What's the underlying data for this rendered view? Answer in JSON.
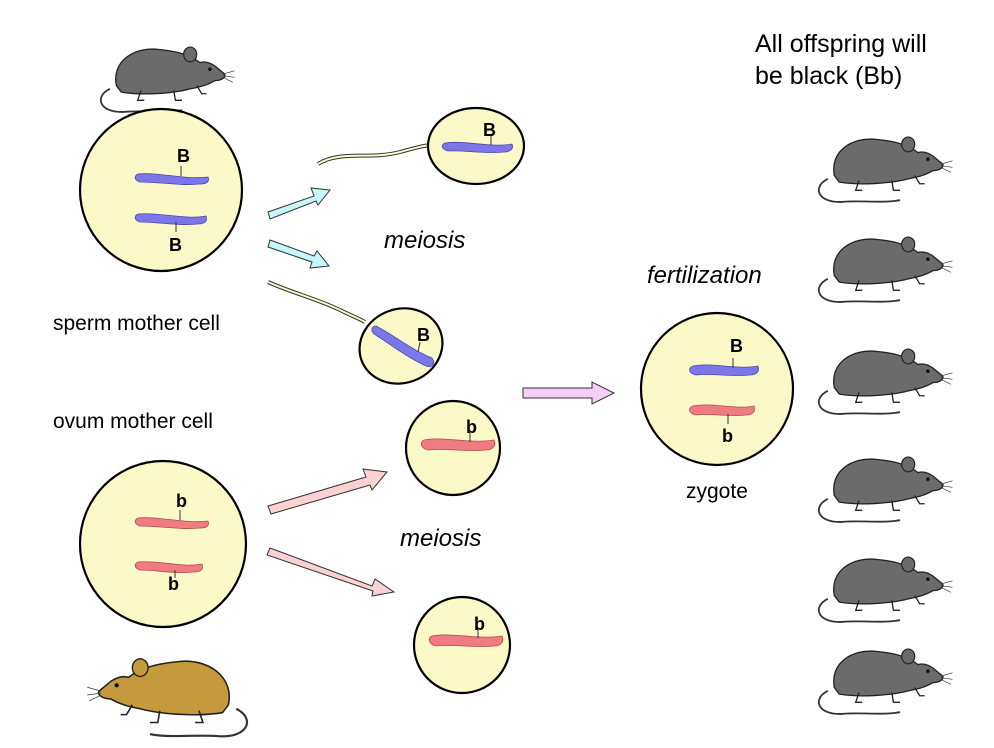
{
  "headline": {
    "line1": "All offspring will",
    "line2": "be black (Bb)"
  },
  "labels": {
    "sperm_mother_cell": "sperm mother cell",
    "ovum_mother_cell": "ovum mother cell",
    "meiosis_top": "meiosis",
    "meiosis_bottom": "meiosis",
    "fertilization": "fertilization",
    "zygote": "zygote"
  },
  "alleles": {
    "sperm_mother_top": "B",
    "sperm_mother_bottom": "B",
    "sperm1": "B",
    "sperm2": "B",
    "ovum_mother_top": "b",
    "ovum_mother_bottom": "b",
    "ovum1": "b",
    "ovum2": "b",
    "zygote_top": "B",
    "zygote_bottom": "b"
  },
  "colors": {
    "dominant_chromosome": "#7b77ea",
    "recessive_chromosome": "#ef7c80",
    "cell_fill": "#fcf9c9",
    "black_mouse": "#6b6b6b",
    "brown_mouse": "#c49a3c",
    "sperm_arrow": "#c6f6fa",
    "ovum_arrow": "#fbd2d2",
    "fertilization_arrow": "#f6cdf6"
  }
}
